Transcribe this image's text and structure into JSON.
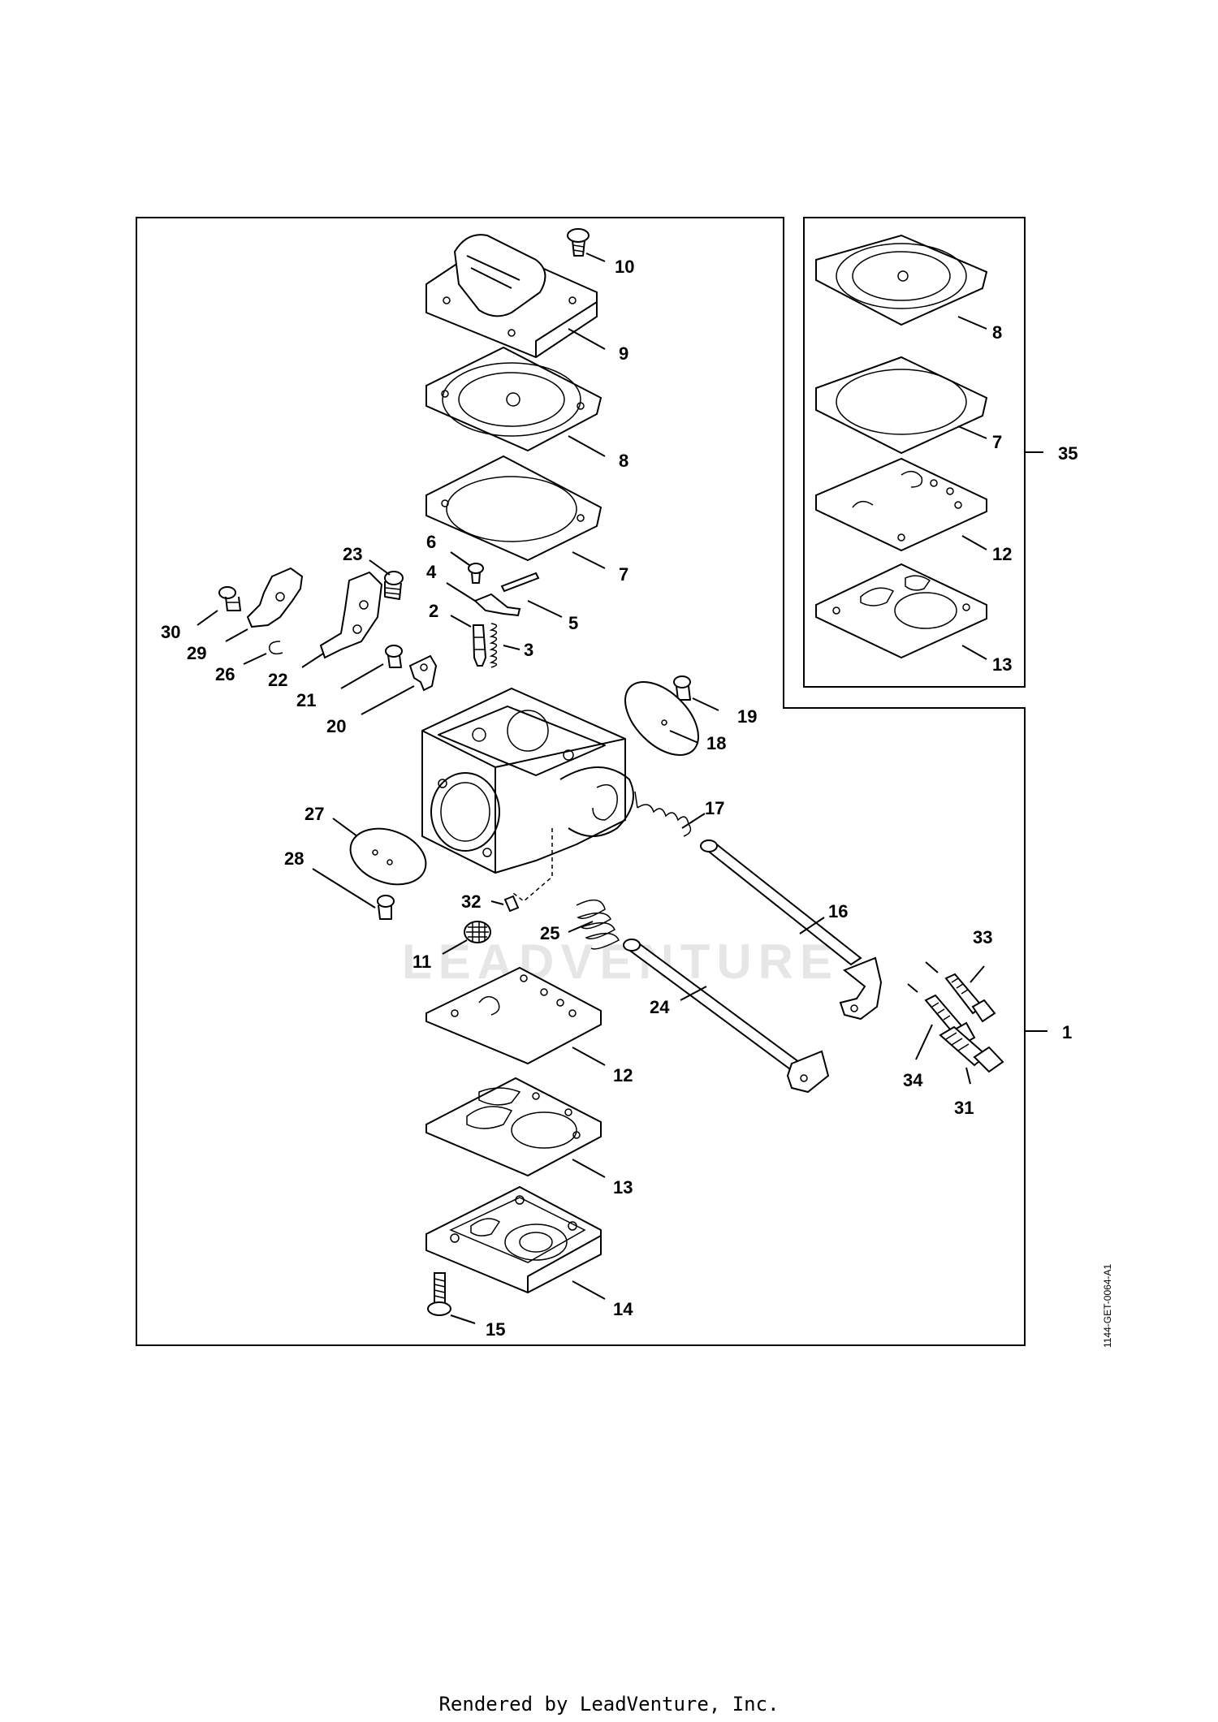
{
  "watermark": "LEADVENTURE",
  "drawing_code": "1144-GET-0064-A1",
  "footer": "Rendered by LeadVenture, Inc.",
  "callouts": {
    "p1": "1",
    "p2": "2",
    "p3": "3",
    "p4": "4",
    "p5": "5",
    "p6": "6",
    "p7": "7",
    "p8": "8",
    "p9": "9",
    "p10": "10",
    "p11": "11",
    "p12": "12",
    "p13": "13",
    "p14": "14",
    "p15": "15",
    "p16": "16",
    "p17": "17",
    "p18": "18",
    "p19": "19",
    "p20": "20",
    "p21": "21",
    "p22": "22",
    "p23": "23",
    "p24": "24",
    "p25": "25",
    "p26": "26",
    "p27": "27",
    "p28": "28",
    "p29": "29",
    "p30": "30",
    "p31": "31",
    "p32": "32",
    "p33": "33",
    "p34": "34",
    "p35": "35"
  },
  "kit_callouts": {
    "k8": "8",
    "k7": "7",
    "k12": "12",
    "k13": "13"
  }
}
